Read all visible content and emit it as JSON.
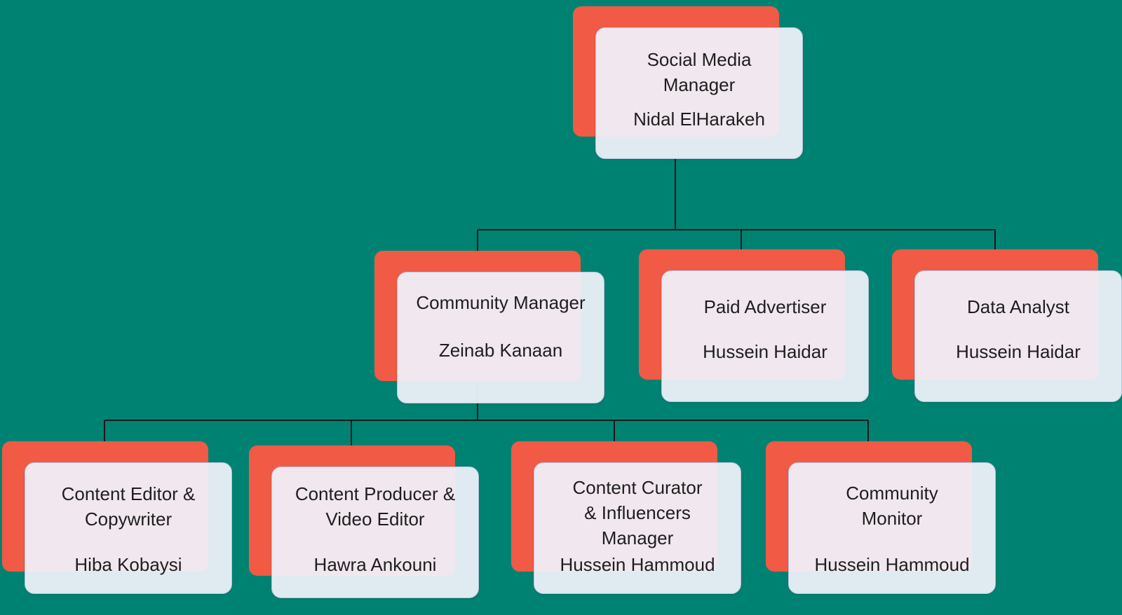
{
  "colors": {
    "background": "#008272",
    "accent_shadow": "#f15a45",
    "card": "#eef1fa",
    "connector": "#1a1a1a"
  },
  "org_chart": {
    "root": {
      "role": "Social Media\nManager",
      "person": "Nidal ElHarakeh"
    },
    "level2": [
      {
        "role": "Community Manager",
        "person": "Zeinab Kanaan"
      },
      {
        "role": "Paid Advertiser",
        "person": "Hussein Haidar"
      },
      {
        "role": "Data Analyst",
        "person": "Hussein Haidar"
      }
    ],
    "level3": [
      {
        "role": "Content Editor &\nCopywriter",
        "person": "Hiba Kobaysi"
      },
      {
        "role": "Content Producer &\nVideo Editor",
        "person": "Hawra Ankouni"
      },
      {
        "role": "Content Curator\n& Influencers\nManager",
        "person": "Hussein Hammoud"
      },
      {
        "role": "Community\nMonitor",
        "person": "Hussein Hammoud"
      }
    ]
  }
}
